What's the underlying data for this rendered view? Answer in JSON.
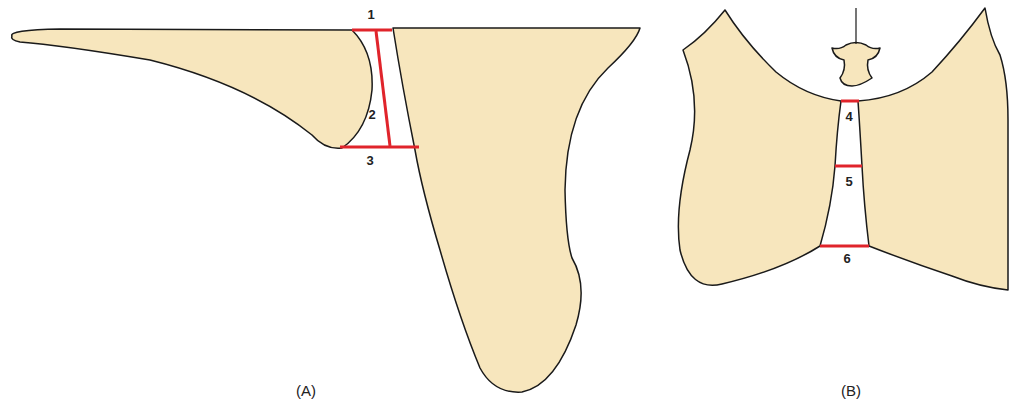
{
  "diagram": {
    "labels": [
      "1",
      "2",
      "3",
      "4",
      "5",
      "6",
      "(A)",
      "(B)"
    ]
  }
}
